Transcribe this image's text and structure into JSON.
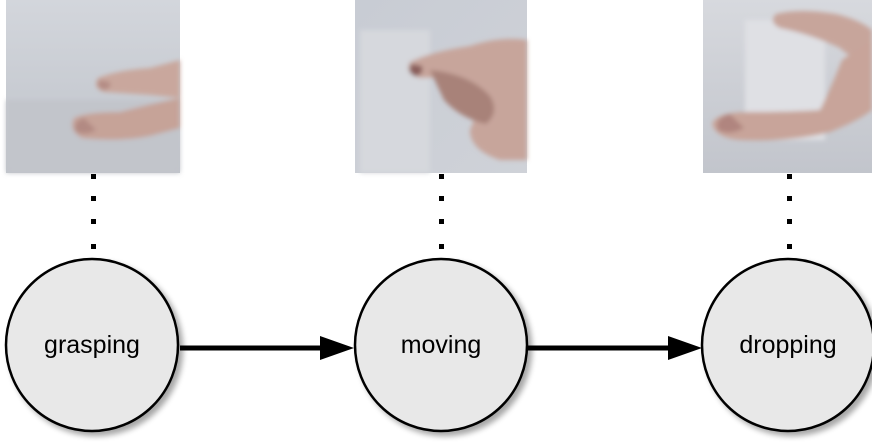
{
  "diagram": {
    "states": [
      {
        "label": "grasping",
        "image": "hand-grasping-photo"
      },
      {
        "label": "moving",
        "image": "hand-moving-photo"
      },
      {
        "label": "dropping",
        "image": "hand-dropping-photo"
      }
    ],
    "transitions": [
      {
        "from": "grasping",
        "to": "moving"
      },
      {
        "from": "moving",
        "to": "dropping"
      }
    ],
    "colors": {
      "node_fill": "#e8e8e8",
      "node_stroke": "#000000",
      "arrow": "#000000",
      "photo_background": "#c9ccd3",
      "skin": "#c9a69b"
    }
  }
}
